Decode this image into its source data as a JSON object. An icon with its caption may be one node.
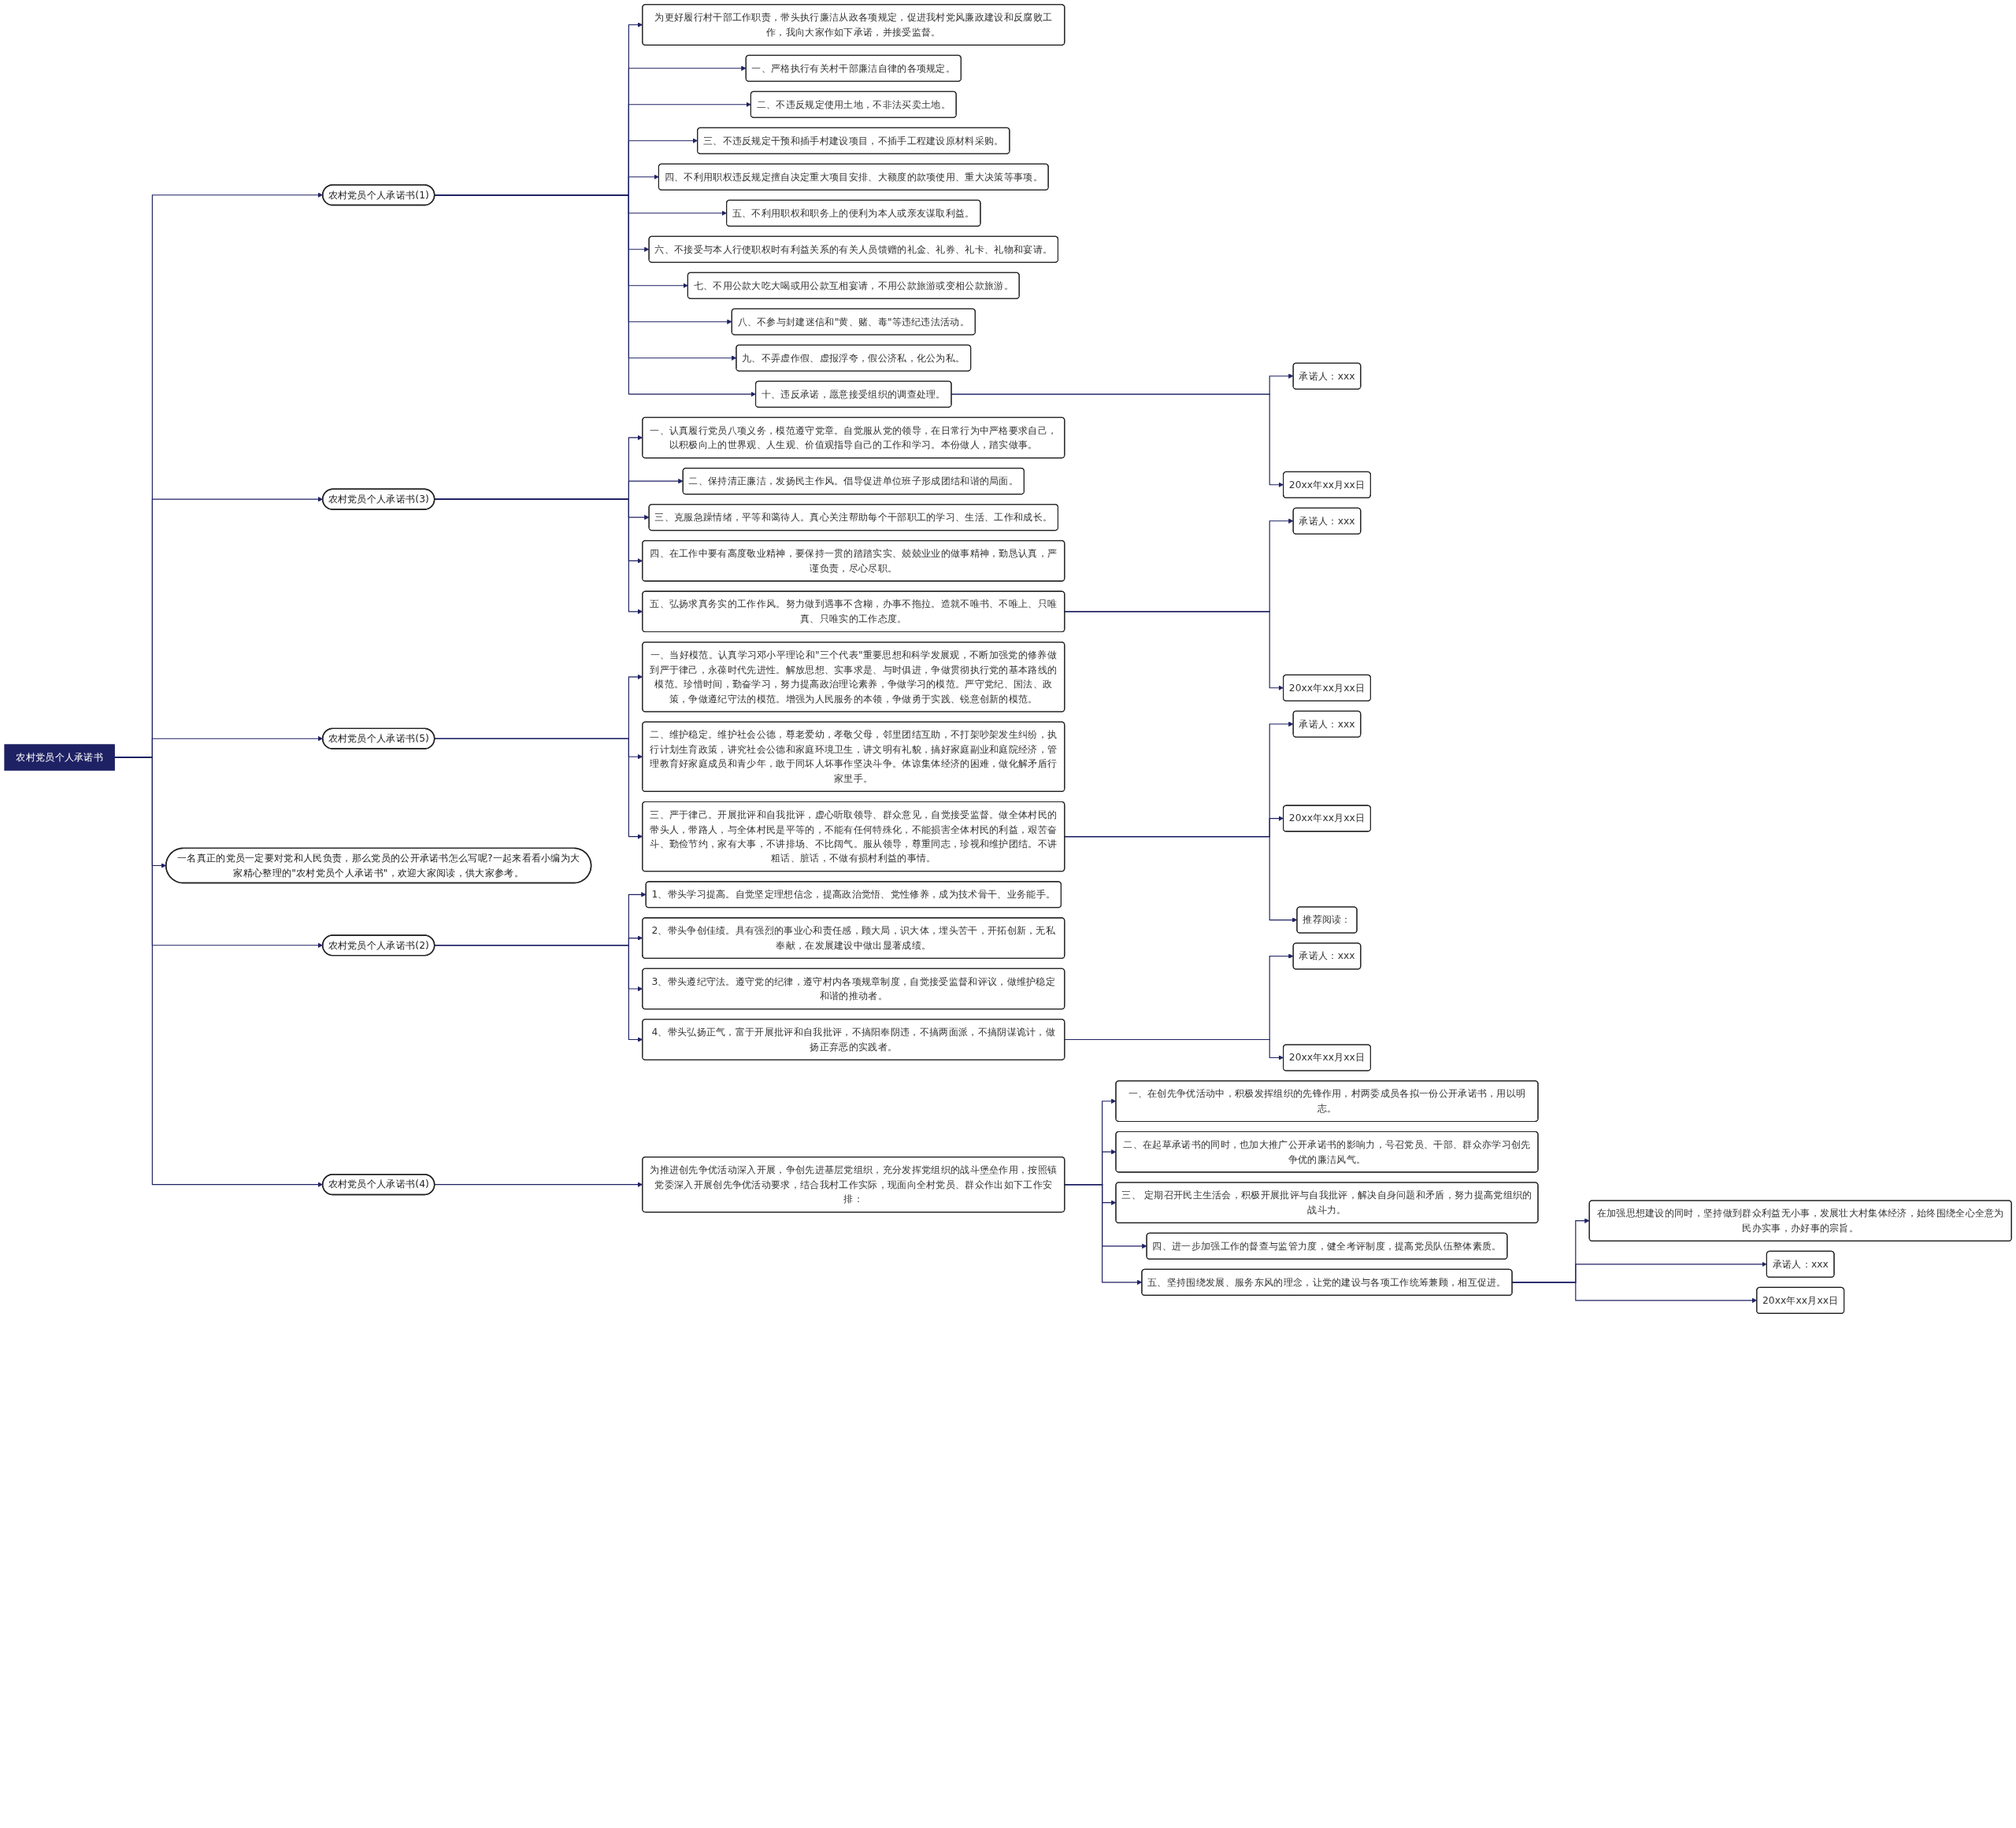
{
  "diagram": {
    "nodes": [
      {
        "text": [
          "农村党员个人承诺书"
        ]
      },
      {
        "text": [
          "农村党员个人承诺书(1)"
        ]
      },
      {
        "text": [
          "为更好履行村干部工作职责，带头执行廉洁从政各项规定，促进我村党风廉政建设和反腐败工作，我向大家作如下承诺，并接受监督。"
        ]
      },
      {
        "text": [
          "一、严格执行有关村干部廉洁自律的各项规定。"
        ]
      },
      {
        "text": [
          "二、不违反规定使用土地，不非法买卖土地。"
        ]
      },
      {
        "text": [
          "三、不违反规定干预和插手村建设项目，不插手工程建设原材料采购。"
        ]
      },
      {
        "text": [
          "四、不利用职权违反规定擅自决定重大项目安排、大额度的款项使用、重大决策等事项。"
        ]
      },
      {
        "text": [
          "五、不利用职权和职务上的便利为本人或亲友谋取利益。"
        ]
      },
      {
        "text": [
          "六、不接受与本人行使职权时有利益关系的有关人员馈赠的礼金、礼券、礼卡、礼物和宴请。"
        ]
      },
      {
        "text": [
          "七、不用公款大吃大喝或用公款互相宴请，不用公款旅游或变相公款旅游。"
        ]
      },
      {
        "text": [
          "八、不参与封建迷信和\"黄、赌、毒\"等违纪违法活动。"
        ]
      },
      {
        "text": [
          "九、不弄虚作假、虚报浮夸，假公济私，化公为私。"
        ]
      },
      {
        "text": [
          "十、违反承诺，愿意接受组织的调查处理。"
        ]
      },
      {
        "text": [
          "承诺人：xxx"
        ]
      },
      {
        "text": [
          "20xx年xx月xx日"
        ]
      },
      {
        "text": [
          "农村党员个人承诺书(3)"
        ]
      },
      {
        "text": [
          "一、认真履行党员八项义务，模范遵守党章。自觉服从党的领导，在日常行为中严格要求自己，以积极向上的世界观、人生观、价值观指导自己的工作和学习。本份做人，踏实做事。"
        ]
      },
      {
        "text": [
          "二、保持清正廉洁，发扬民主作风。倡导促进单位班子形成团结和谐的局面。"
        ]
      },
      {
        "text": [
          "三、克服急躁情绪，平等和蔼待人。真心关注帮助每个干部职工的学习、生活、工作和成长。"
        ]
      },
      {
        "text": [
          "四、在工作中要有高度敬业精神，要保持一贯的踏踏实实、兢兢业业的做事精神，勤恳认真，严谨负责，尽心尽职。"
        ]
      },
      {
        "text": [
          "五、弘扬求真务实的工作作风。努力做到遇事不含糊，办事不拖拉。造就不唯书、不唯上、只唯真、只唯实的工作态度。"
        ]
      },
      {
        "text": [
          "承诺人：xxx"
        ]
      },
      {
        "text": [
          "20xx年xx月xx日"
        ]
      },
      {
        "text": [
          "农村党员个人承诺书(5)"
        ]
      },
      {
        "text": [
          "一、当好模范。认真学习邓小平理论和\"三个代表\"重要思想和科学发展观，不断加强党的修养做到严于律己，永葆时代先进性。解放思想、实事求是、与时俱进，争做贯彻执行党的基本路线的模范。珍惜时间，勤奋学习，努力提高政治理论素养，争做学习的模范。严守党纪、国法、政策，争做遵纪守法的模范。增强为人民服务的本领，争做勇于实践、锐意创新的模范。"
        ]
      },
      {
        "text": [
          "二、维护稳定。维护社会公德，尊老爱幼，孝敬父母，邻里团结互助，不打架吵架发生纠纷，执行计划生育政策，讲究社会公德和家庭环境卫生，讲文明有礼貌，搞好家庭副业和庭院经济，管理教育好家庭成员和青少年，敢于同坏人坏事作坚决斗争。体谅集体经济的困难，做化解矛盾行家里手。"
        ]
      },
      {
        "text": [
          "三、严于律己。开展批评和自我批评，虚心听取领导、群众意见，自觉接受监督。做全体村民的带头人，带路人，与全体村民是平等的，不能有任何特殊化，不能损害全体村民的利益，艰苦奋斗、勤俭节约，家有大事，不讲排场、不比阔气。服从领导，尊重同志，珍视和维护团结。不讲粗话、脏话，不做有损村利益的事情。"
        ]
      },
      {
        "text": [
          "承诺人：xxx"
        ]
      },
      {
        "text": [
          "20xx年xx月xx日"
        ]
      },
      {
        "text": [
          "推荐阅读："
        ]
      },
      {
        "text": [
          "一名真正的党员一定要对党和人民负责，那么党员的公开承诺书怎么写呢?一起来看看小编为大家精心整理的\"农村党员个人承诺书\"，欢迎大家阅读，供大家参考。"
        ]
      },
      {
        "text": [
          "农村党员个人承诺书(2)"
        ]
      },
      {
        "text": [
          "1、带头学习提高。自觉坚定理想信念，提高政治觉悟、党性修养，成为技术骨干、业务能手。"
        ]
      },
      {
        "text": [
          "2、带头争创佳绩。具有强烈的事业心和责任感，顾大局，识大体，埋头苦干，开拓创新，无私奉献，在发展建设中做出显著成绩。"
        ]
      },
      {
        "text": [
          "3、带头遵纪守法。遵守党的纪律，遵守村内各项规章制度，自觉接受监督和评议，做维护稳定和谐的推动者。"
        ]
      },
      {
        "text": [
          "4、带头弘扬正气，富于开展批评和自我批评，不搞阳奉阴违，不搞两面派，不搞阴谋诡计，做扬正弃恶的实践者。"
        ]
      },
      {
        "text": [
          "承诺人：xxx"
        ]
      },
      {
        "text": [
          "20xx年xx月xx日"
        ]
      },
      {
        "text": [
          "农村党员个人承诺书(4)"
        ]
      },
      {
        "text": [
          "为推进创先争优活动深入开展，争创先进基层党组织，充分发挥党组织的战斗堡垒作用，按照镇党委深入开展创先争优活动要求，结合我村工作实际，现面向全村党员、群众作出如下工作安排："
        ]
      },
      {
        "text": [
          "一、在创先争优活动中，积极发挥组织的先锋作用，村两委成员各拟一份公开承诺书，用以明志。"
        ]
      },
      {
        "text": [
          "二、在起草承诺书的同时，也加大推广公开承诺书的影响力，号召党员、干部、群众亦学习创先争优的廉洁风气。"
        ]
      },
      {
        "text": [
          "三、 定期召开民主生活会，积极开展批评与自我批评，解决自身问题和矛盾，努力提高党组织的战斗力。"
        ]
      },
      {
        "text": [
          "四、进一步加强工作的督查与监管力度，健全考评制度，提高党员队伍整体素质。"
        ]
      },
      {
        "text": [
          "五、坚持围绕发展、服务东风的理念，让党的建设与各项工作统筹兼顾，相互促进。"
        ]
      },
      {
        "text": [
          "在加强思想建设的同时，坚持做到群众利益无小事，发展壮大村集体经济，始终围绕全心全意为民办实事，办好事的宗旨。"
        ]
      },
      {
        "text": [
          "承诺人：xxx"
        ]
      },
      {
        "text": [
          "20xx年xx月xx日"
        ]
      }
    ],
    "edges": [
      {
        "from": 0,
        "to": 1,
        "arrow": "to"
      },
      {
        "from": 1,
        "to": 2,
        "arrow": "to"
      },
      {
        "from": 1,
        "to": 3,
        "arrow": "to"
      },
      {
        "from": 1,
        "to": 4,
        "arrow": "to"
      },
      {
        "from": 1,
        "to": 5,
        "arrow": "to"
      },
      {
        "from": 1,
        "to": 6,
        "arrow": "to"
      },
      {
        "from": 1,
        "to": 7,
        "arrow": "to"
      },
      {
        "from": 1,
        "to": 8,
        "arrow": "to"
      },
      {
        "from": 1,
        "to": 9,
        "arrow": "to"
      },
      {
        "from": 1,
        "to": 10,
        "arrow": "to"
      },
      {
        "from": 1,
        "to": 11,
        "arrow": "to"
      },
      {
        "from": 1,
        "to": 12,
        "arrow": "to"
      },
      {
        "from": 12,
        "to": 13,
        "arrow": "to"
      },
      {
        "from": 12,
        "to": 14,
        "arrow": "to"
      },
      {
        "from": 0,
        "to": 15,
        "arrow": "to"
      },
      {
        "from": 15,
        "to": 16,
        "arrow": "to"
      },
      {
        "from": 15,
        "to": 17,
        "arrow": "to"
      },
      {
        "from": 15,
        "to": 18,
        "arrow": "to"
      },
      {
        "from": 15,
        "to": 19,
        "arrow": "to"
      },
      {
        "from": 15,
        "to": 20,
        "arrow": "to"
      },
      {
        "from": 20,
        "to": 21,
        "arrow": "to"
      },
      {
        "from": 20,
        "to": 22,
        "arrow": "to"
      },
      {
        "from": 0,
        "to": 23,
        "arrow": "to"
      },
      {
        "from": 23,
        "to": 24,
        "arrow": "to"
      },
      {
        "from": 23,
        "to": 25,
        "arrow": "to"
      },
      {
        "from": 23,
        "to": 26,
        "arrow": "to"
      },
      {
        "from": 26,
        "to": 27,
        "arrow": "to"
      },
      {
        "from": 26,
        "to": 28,
        "arrow": "to"
      },
      {
        "from": 26,
        "to": 29,
        "arrow": "to"
      },
      {
        "from": 0,
        "to": 30,
        "arrow": "to"
      },
      {
        "from": 0,
        "to": 31,
        "arrow": "to"
      },
      {
        "from": 31,
        "to": 32,
        "arrow": "to"
      },
      {
        "from": 31,
        "to": 33,
        "arrow": "to"
      },
      {
        "from": 31,
        "to": 34,
        "arrow": "to"
      },
      {
        "from": 31,
        "to": 35,
        "arrow": "to"
      },
      {
        "from": 35,
        "to": 36,
        "arrow": "to"
      },
      {
        "from": 35,
        "to": 37,
        "arrow": "to"
      },
      {
        "from": 0,
        "to": 38,
        "arrow": "to"
      },
      {
        "from": 38,
        "to": 39,
        "arrow": "to"
      },
      {
        "from": 39,
        "to": 40,
        "arrow": "to"
      },
      {
        "from": 39,
        "to": 41,
        "arrow": "to"
      },
      {
        "from": 39,
        "to": 42,
        "arrow": "to"
      },
      {
        "from": 39,
        "to": 43,
        "arrow": "to"
      },
      {
        "from": 39,
        "to": 44,
        "arrow": "to"
      },
      {
        "from": 44,
        "to": 45,
        "arrow": "to"
      },
      {
        "from": 44,
        "to": 46,
        "arrow": "to"
      },
      {
        "from": 44,
        "to": 47,
        "arrow": "to"
      }
    ]
  }
}
